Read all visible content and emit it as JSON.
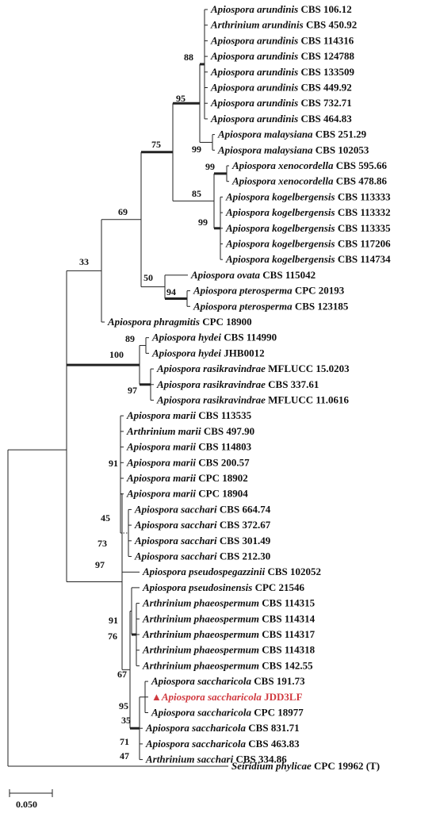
{
  "taxa": [
    {
      "genus": "Apiospora arundinis",
      "strain": "CBS 106.12"
    },
    {
      "genus": "Arthrinium arundinis",
      "strain": "CBS 450.92"
    },
    {
      "genus": "Apiospora arundinis",
      "strain": "CBS 114316"
    },
    {
      "genus": "Apiospora arundinis",
      "strain": "CBS 124788"
    },
    {
      "genus": "Apiospora arundinis",
      "strain": "CBS 133509"
    },
    {
      "genus": "Apiospora arundinis",
      "strain": "CBS 449.92"
    },
    {
      "genus": "Apiospora arundinis",
      "strain": "CBS 732.71"
    },
    {
      "genus": "Apiospora arundinis",
      "strain": "CBS 464.83"
    },
    {
      "genus": "Apiospora malaysiana",
      "strain": "CBS 251.29"
    },
    {
      "genus": "Apiospora malaysiana",
      "strain": "CBS 102053"
    },
    {
      "genus": "Apiospora xenocordella",
      "strain": "CBS 595.66"
    },
    {
      "genus": "Apiospora xenocordella",
      "strain": "CBS 478.86"
    },
    {
      "genus": "Apiospora kogelbergensis",
      "strain": "CBS 113333"
    },
    {
      "genus": "Apiospora kogelbergensis",
      "strain": "CBS 113332"
    },
    {
      "genus": "Apiospora kogelbergensis",
      "strain": "CBS 113335"
    },
    {
      "genus": "Apiospora kogelbergensis",
      "strain": "CBS 117206"
    },
    {
      "genus": "Apiospora kogelbergensis",
      "strain": "CBS 114734"
    },
    {
      "genus": "Apiospora ovata",
      "strain": "CBS 115042"
    },
    {
      "genus": "Apiospora pterosperma",
      "strain": "CPC 20193"
    },
    {
      "genus": "Apiospora pterosperma",
      "strain": "CBS 123185"
    },
    {
      "genus": "Apiospora phragmitis",
      "strain": "CPC 18900"
    },
    {
      "genus": "Apiospora hydei",
      "strain": "CBS 114990"
    },
    {
      "genus": "Apiospora hydei",
      "strain": "JHB0012"
    },
    {
      "genus": "Apiospora rasikravindrae",
      "strain": "MFLUCC 15.0203"
    },
    {
      "genus": "Apiospora rasikravindrae",
      "strain": "CBS 337.61"
    },
    {
      "genus": "Apiospora rasikravindrae",
      "strain": "MFLUCC 11.0616"
    },
    {
      "genus": "Apiospora marii",
      "strain": "CBS 113535"
    },
    {
      "genus": "Arthrinium marii",
      "strain": "CBS 497.90"
    },
    {
      "genus": "Apiospora marii",
      "strain": "CBS 114803"
    },
    {
      "genus": "Apiospora marii",
      "strain": "CBS 200.57"
    },
    {
      "genus": "Apiospora marii",
      "strain": "CPC 18902"
    },
    {
      "genus": "Apiospora marii",
      "strain": "CPC 18904"
    },
    {
      "genus": "Apiospora sacchari",
      "strain": "CBS 664.74"
    },
    {
      "genus": "Apiospora sacchari",
      "strain": "CBS 372.67"
    },
    {
      "genus": "Apiospora sacchari",
      "strain": "CBS 301.49"
    },
    {
      "genus": "Apiospora sacchari",
      "strain": "CBS 212.30"
    },
    {
      "genus": "Apiospora pseudospegazzinii",
      "strain": "CBS 102052"
    },
    {
      "genus": "Apiospora pseudosinensis",
      "strain": "CPC 21546"
    },
    {
      "genus": "Arthrinium phaeospermum",
      "strain": "CBS 114315"
    },
    {
      "genus": "Arthrinium phaeospermum",
      "strain": "CBS 114314"
    },
    {
      "genus": "Arthrinium phaeospermum",
      "strain": "CBS 114317"
    },
    {
      "genus": "Arthrinium phaeospermum",
      "strain": "CBS 114318"
    },
    {
      "genus": "Arthrinium phaeospermum",
      "strain": "CBS 142.55"
    },
    {
      "genus": "Apiospora saccharicola",
      "strain": "CBS 191.73"
    },
    {
      "genus": "▲Apiospora saccharicola",
      "strain": "JDD3LF",
      "highlight": true
    },
    {
      "genus": "Apiospora saccharicola",
      "strain": "CPC 18977"
    },
    {
      "genus": "Apiospora saccharicola",
      "strain": "CBS 831.71"
    },
    {
      "genus": "Apiospora saccharicola",
      "strain": "CBS 463.83"
    },
    {
      "genus": "Arthrinium sacchari",
      "strain": "CBS 334.86"
    },
    {
      "genus": "Seiridium phylicae",
      "strain": "CPC 19962 (T)"
    }
  ],
  "support_values": {
    "arundinis": "88",
    "arundinis_malaysiana": "95",
    "malaysiana": "99",
    "xenocordella": "99",
    "xeno_kogel": "85",
    "kogelbergensis": "99",
    "upper_clade": "75",
    "ovata_pterosperma": "50",
    "pterosperma": "94",
    "big_upper": "69",
    "top_group": "33",
    "hydei": "89",
    "hydei_rasik": "100",
    "rasikravindrae": "97",
    "marii": "91",
    "sacchari": "45",
    "marii_sacchari": "73",
    "lower_clade": "97",
    "phaeospermum": "91",
    "phaeo_group": "76",
    "pseudosinensis_group": "67",
    "saccharicola_a": "95",
    "saccharicola_b": "35",
    "saccharicola_c": "71",
    "saccharicola_d": "47"
  },
  "scale_bar": {
    "label": "0.050"
  },
  "colors": {
    "highlight": "#d0393f",
    "branch": "#222222"
  }
}
